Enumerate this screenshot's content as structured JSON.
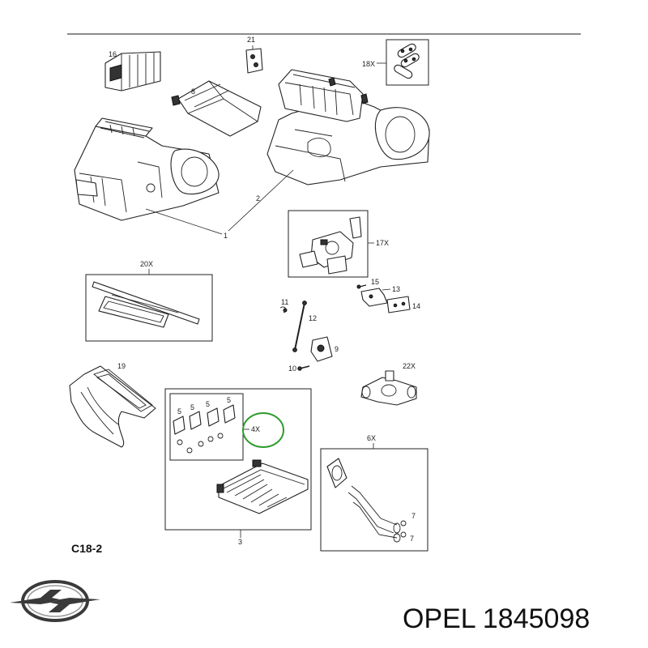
{
  "diagram": {
    "section_code": "C18-2",
    "callouts": {
      "c1": "1",
      "c2": "2",
      "c3": "3",
      "c4x": "4X",
      "c5a": "5",
      "c5b": "5",
      "c5c": "5",
      "c5d": "5",
      "c6x": "6X",
      "c7a": "7",
      "c7b": "7",
      "c8": "8",
      "c9": "9",
      "c10": "10",
      "c11": "11",
      "c12": "12",
      "c13": "13",
      "c14": "14",
      "c15": "15",
      "c16": "16",
      "c17x": "17X",
      "c18x": "18X",
      "c19": "19",
      "c20x": "20X",
      "c21": "21",
      "c22x": "22X"
    },
    "highlight_color": "#2e9b2e"
  },
  "brand": {
    "logo_icon": "opel-logo-icon",
    "part_label": "OPEL 1845098"
  }
}
